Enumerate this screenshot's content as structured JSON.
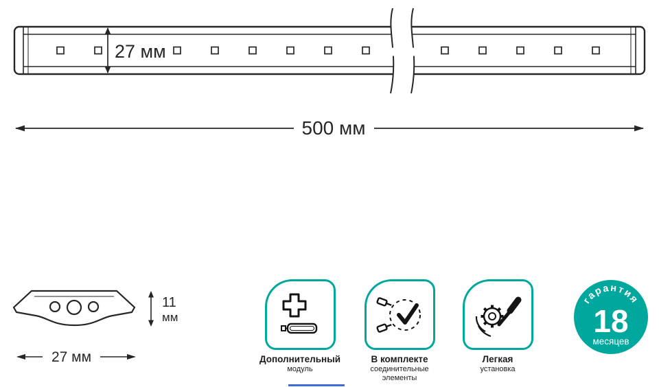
{
  "colors": {
    "accent_teal": "#00a79d",
    "line_dark": "#262626",
    "partial_blue": "#3f6ad8"
  },
  "diagram": {
    "front_view": {
      "height_label": "27 мм",
      "length_label": "500 мм"
    },
    "cross_section": {
      "height_value": "11",
      "height_unit": "мм",
      "width_label": "27 мм"
    }
  },
  "badges": [
    {
      "icon": "plus-module-icon",
      "title": "Дополнительный",
      "subtitle": "модуль"
    },
    {
      "icon": "connectors-check-icon",
      "title": "В комплекте",
      "subtitle": "соединительные элементы"
    },
    {
      "icon": "gear-screwdriver-icon",
      "title": "Легкая",
      "subtitle": "установка"
    },
    {
      "icon": "warranty-circle-badge",
      "arc_text": "гарантия",
      "number": "18",
      "caption": "месяцев"
    }
  ]
}
